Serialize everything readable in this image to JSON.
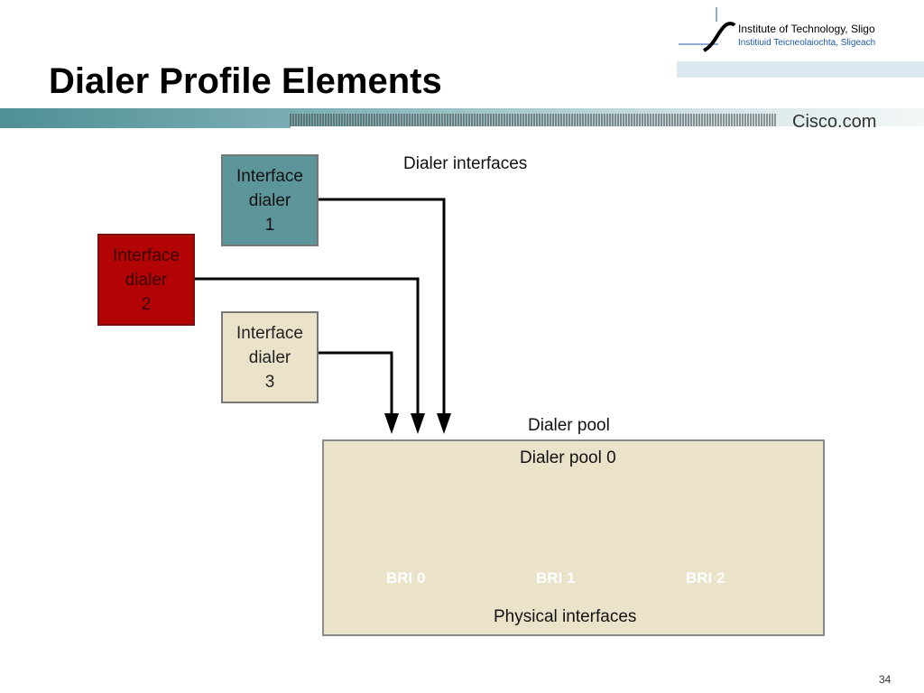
{
  "slide": {
    "title": "Dialer Profile Elements",
    "logo_line1": "Institute of Technology, Sligo",
    "logo_line2": "Institiuid Teicneolaiochta, Sligeach",
    "brand": "Cisco.com",
    "page_number": "34"
  },
  "diagram": {
    "dialer_interfaces_label": "Dialer interfaces",
    "dialer_pool_label": "Dialer pool",
    "pool_name": "Dialer pool 0",
    "physical_interfaces_label": "Physical interfaces",
    "dialers": [
      {
        "line1": "Interface",
        "line2": "dialer",
        "line3": "1",
        "color": "#5c969b"
      },
      {
        "line1": "Interface",
        "line2": "dialer",
        "line3": "2",
        "color": "#b20404"
      },
      {
        "line1": "Interface",
        "line2": "dialer",
        "line3": "3",
        "color": "#ebe3c9"
      }
    ],
    "physical": [
      {
        "label": "BRI 0"
      },
      {
        "label": "BRI 1"
      },
      {
        "label": "BRI 2"
      }
    ]
  }
}
